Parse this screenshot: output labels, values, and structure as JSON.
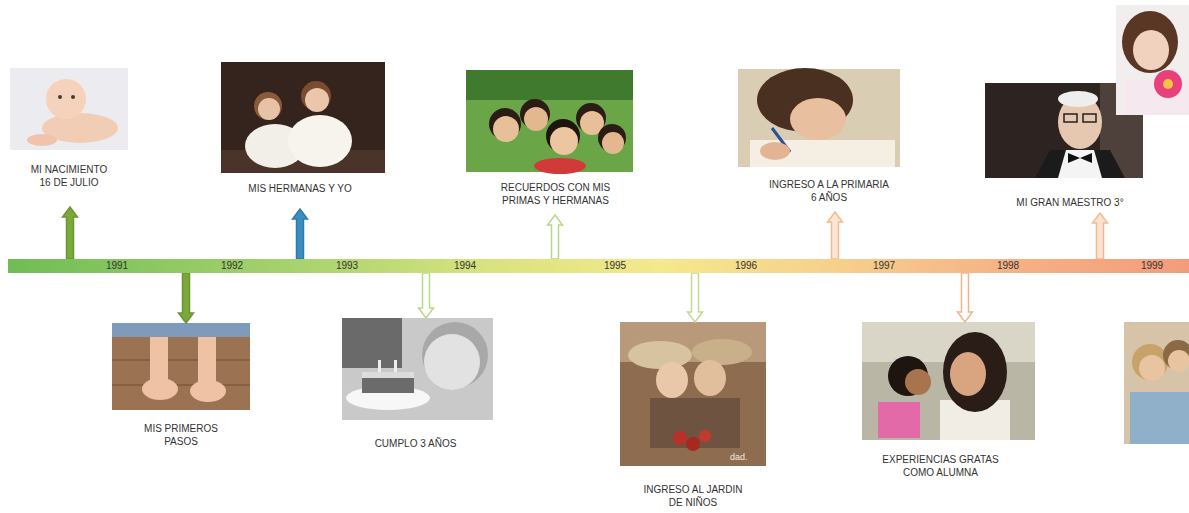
{
  "diagram": {
    "nodes": [
      {
        "text": [
          "1991",
          "1992",
          "1993",
          "1994",
          "1995",
          "1996",
          "1997",
          "1998",
          "1999"
        ]
      },
      {
        "text": [
          "MI NACIMIENTO 16 DE JULIO"
        ]
      },
      {
        "text": [
          "MIS PRIMEROS PASOS"
        ]
      },
      {
        "text": [
          "MIS HERMANAS Y YO"
        ]
      },
      {
        "text": [
          "CUMPLO 3 AÑOS"
        ]
      },
      {
        "text": [
          "RECUERDOS CON MIS PRIMAS Y HERMANAS"
        ]
      },
      {
        "text": [
          "INGRESO AL JARDIN DE NIÑOS"
        ]
      },
      {
        "text": [
          "INGRESO A LA PRIMARIA 6 AÑOS"
        ]
      },
      {
        "text": [
          "EXPERIENCIAS GRATAS COMO ALUMNA"
        ]
      },
      {
        "text": [
          "MI GRAN MAESTRO 3°"
        ]
      }
    ],
    "edges": [
      {
        "from": 0,
        "to": 1,
        "arrow": "to"
      },
      {
        "from": 0,
        "to": 2,
        "arrow": "to"
      },
      {
        "from": 0,
        "to": 3,
        "arrow": "to"
      },
      {
        "from": 0,
        "to": 4,
        "arrow": "to"
      },
      {
        "from": 0,
        "to": 5,
        "arrow": "to"
      },
      {
        "from": 0,
        "to": 6,
        "arrow": "to"
      },
      {
        "from": 0,
        "to": 7,
        "arrow": "to"
      },
      {
        "from": 0,
        "to": 8,
        "arrow": "to"
      },
      {
        "from": 0,
        "to": 9,
        "arrow": "to"
      }
    ],
    "labels": [
      "dad."
    ]
  }
}
